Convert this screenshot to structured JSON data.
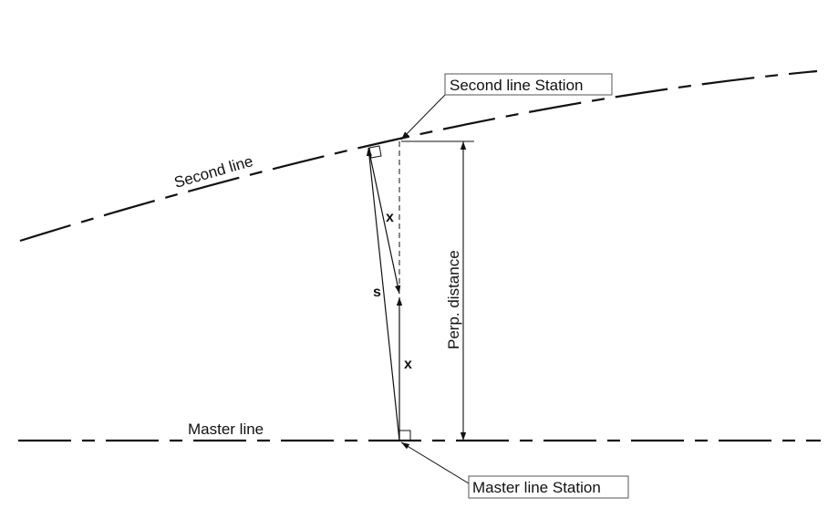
{
  "labels": {
    "second_line": "Second line",
    "master_line": "Master line",
    "second_station": "Second line Station",
    "master_station": "Master line Station",
    "perp_distance": "Perp. distance",
    "s_symbol": "s",
    "x_upper": "x",
    "x_lower": "x"
  },
  "colors": {
    "line": "#111111",
    "background": "#ffffff",
    "callout_border": "#555555"
  }
}
